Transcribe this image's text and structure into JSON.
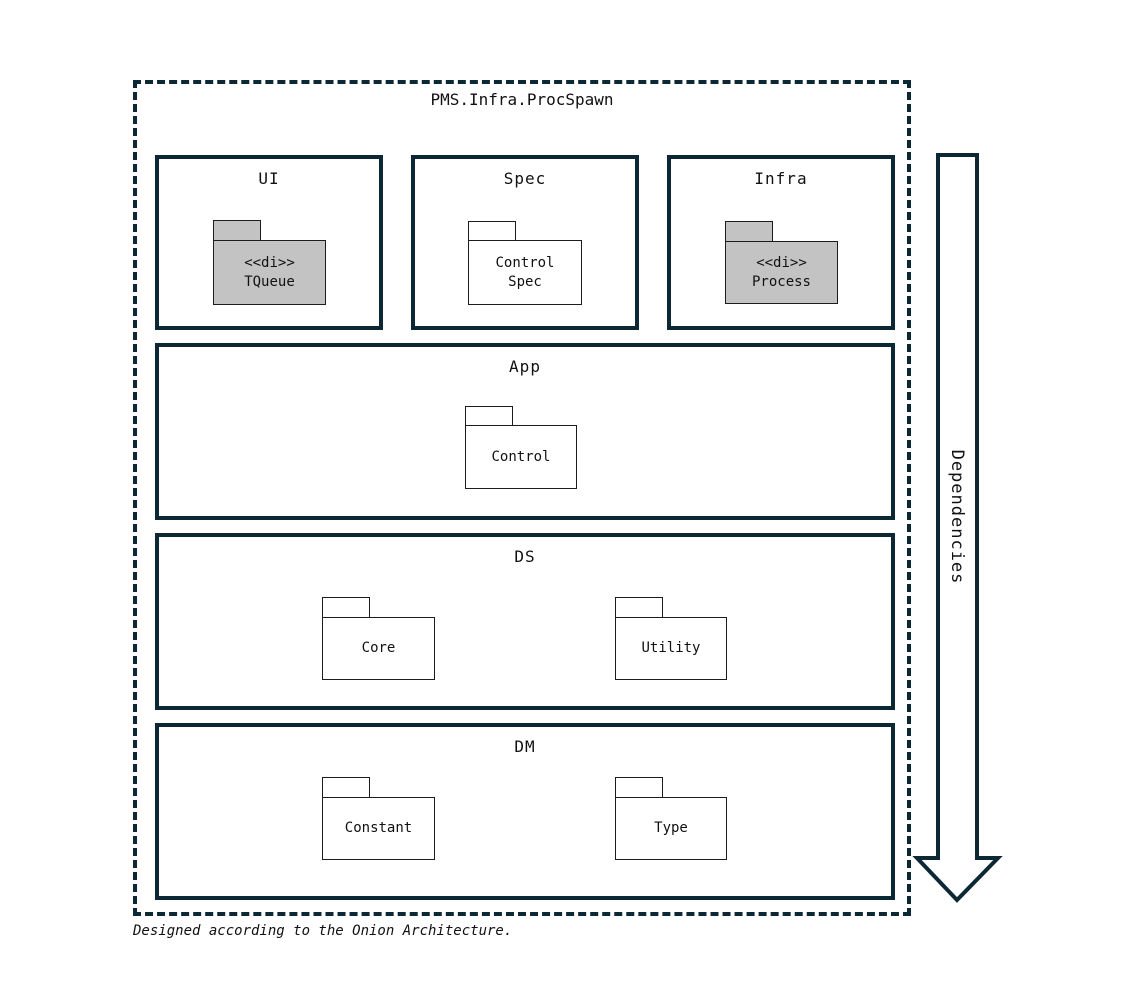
{
  "title": "PMS.Infra.ProcSpawn",
  "caption": "Designed according to the Onion Architecture.",
  "arrow_label": "Dependencies",
  "colors": {
    "line": "#0d2835",
    "package_border": "#1c1c1c",
    "package_fill_gray": "#c3c3c3",
    "package_fill_white": "#ffffff",
    "text": "#111111",
    "background": "#ffffff"
  },
  "layers": {
    "ui": {
      "label": "UI",
      "package": {
        "lines": [
          "<<di>>",
          "TQueue"
        ],
        "fill": "gray"
      }
    },
    "spec": {
      "label": "Spec",
      "package": {
        "lines": [
          "Control",
          "Spec"
        ],
        "fill": "white"
      }
    },
    "infra": {
      "label": "Infra",
      "package": {
        "lines": [
          "<<di>>",
          "Process"
        ],
        "fill": "gray"
      }
    },
    "app": {
      "label": "App",
      "package": {
        "lines": [
          "Control"
        ],
        "fill": "white"
      }
    },
    "ds": {
      "label": "DS",
      "packages": [
        {
          "lines": [
            "Core"
          ],
          "fill": "white"
        },
        {
          "lines": [
            "Utility"
          ],
          "fill": "white"
        }
      ]
    },
    "dm": {
      "label": "DM",
      "packages": [
        {
          "lines": [
            "Constant"
          ],
          "fill": "white"
        },
        {
          "lines": [
            "Type"
          ],
          "fill": "white"
        }
      ]
    }
  }
}
